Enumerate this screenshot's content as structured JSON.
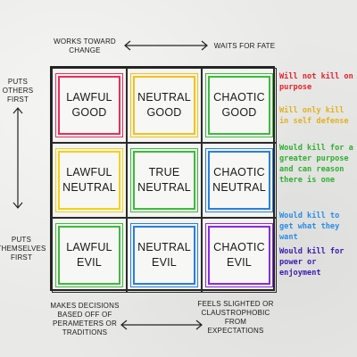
{
  "top_labels": {
    "left": "WORKS TOWARD\nCHANGE",
    "right": "WAITS FOR FATE"
  },
  "side_labels": {
    "top": "PUTS\nOTHERS\nFIRST",
    "bottom": "PUTS\nTHEMSELVES\nFIRST"
  },
  "bottom_labels": {
    "left": "MAKES DECISIONS\nBASED OFF OF\nPERAMETERS OR\nTRADITIONS",
    "right": "FEELS SLIGHTED OR\nCLAUSTROPHOBIC\nFROM\nEXPECTATIONS"
  },
  "grid": [
    {
      "label": "LAWFUL\nGOOD",
      "color": "#ec2d5a"
    },
    {
      "label": "NEUTRAL\nGOOD",
      "color": "#f2c21a"
    },
    {
      "label": "CHAOTIC\nGOOD",
      "color": "#3dbb3d"
    },
    {
      "label": "LAWFUL\nNEUTRAL",
      "color": "#f2d21a"
    },
    {
      "label": "TRUE\nNEUTRAL",
      "color": "#3dbb3d"
    },
    {
      "label": "CHAOTIC\nNEUTRAL",
      "color": "#2a7fe0"
    },
    {
      "label": "LAWFUL\nEVIL",
      "color": "#3dbb3d"
    },
    {
      "label": "NEUTRAL\nEVIL",
      "color": "#2a7fe0"
    },
    {
      "label": "CHAOTIC\nEVIL",
      "color": "#8a2be2"
    }
  ],
  "legend": [
    {
      "text": "Will not kill on purpose",
      "color": "#e8202a"
    },
    {
      "text": "Will only kill in self defense",
      "color": "#e0b21a"
    },
    {
      "text": "Would kill for a greater purpose and can reason there is one",
      "color": "#2eb02e"
    },
    {
      "text": "Would kill to get what they want",
      "color": "#2a8ce8"
    },
    {
      "text": "Would kill for power or enjoyment",
      "color": "#3a1ab0"
    }
  ]
}
